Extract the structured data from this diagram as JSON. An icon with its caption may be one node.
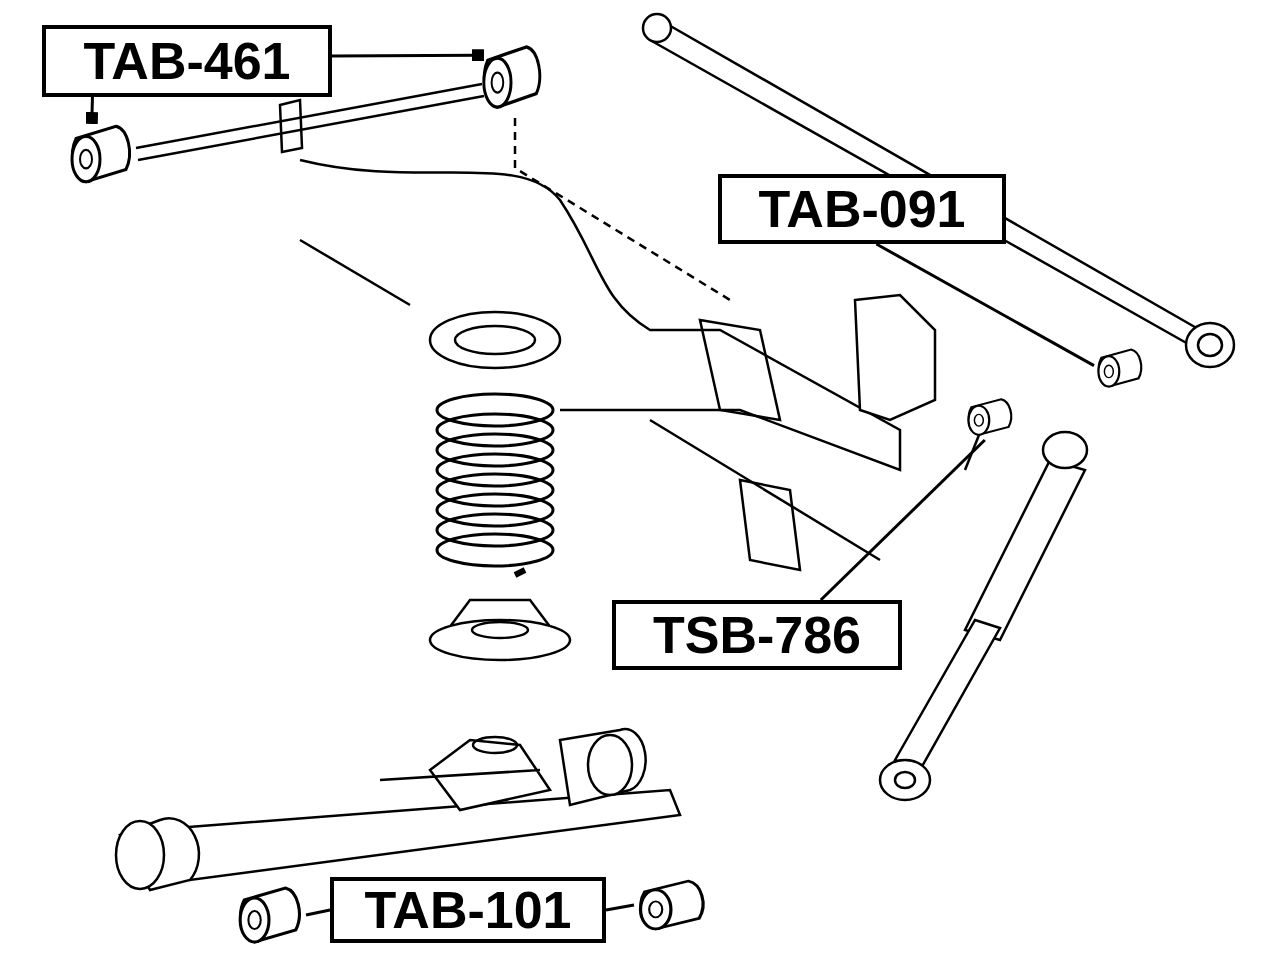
{
  "diagram": {
    "nodes": [
      {
        "text": [
          "TAB-461"
        ]
      },
      {
        "text": [],
        "shape": "picture"
      },
      {
        "text": [],
        "shape": "picture"
      },
      {
        "text": [
          "TAB-091"
        ]
      },
      {
        "text": [],
        "shape": "picture"
      },
      {
        "text": [
          "TSB-786"
        ]
      },
      {
        "text": [],
        "shape": "picture"
      },
      {
        "text": [
          "TAB-101"
        ]
      },
      {
        "text": [],
        "shape": "picture"
      },
      {
        "text": [],
        "shape": "picture"
      }
    ],
    "edges": [
      {
        "from": 0,
        "to": 1,
        "arrow": "other"
      },
      {
        "from": 0,
        "to": 2,
        "arrow": "other"
      },
      {
        "from": 3,
        "to": 4,
        "arrow": "none"
      },
      {
        "from": 5,
        "to": 6,
        "arrow": "none"
      },
      {
        "from": 7,
        "to": 8,
        "arrow": "none"
      },
      {
        "from": 7,
        "to": 9,
        "arrow": "none"
      }
    ]
  }
}
